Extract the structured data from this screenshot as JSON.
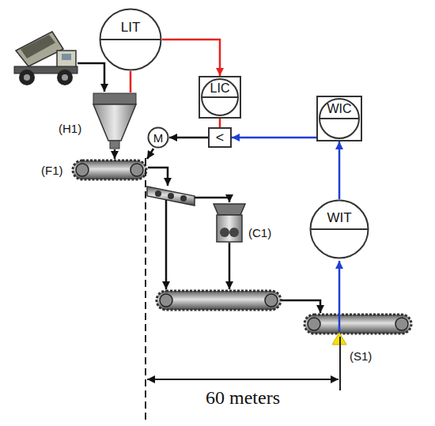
{
  "diagram": {
    "nodes": [
      {
        "text": [
          "LIT"
        ]
      },
      {
        "text": [
          "LIC"
        ]
      },
      {
        "text": [
          "<"
        ]
      },
      {
        "text": [
          "WIC"
        ]
      },
      {
        "text": [
          "M"
        ]
      },
      {
        "text": [
          "WIT"
        ]
      }
    ],
    "edges": [
      {
        "from": 0,
        "to": 1,
        "arrow": "to"
      },
      {
        "from": 1,
        "to": 2,
        "arrow": "none"
      },
      {
        "from": 3,
        "to": 2,
        "arrow": "to"
      },
      {
        "from": 2,
        "to": 4,
        "arrow": "to"
      },
      {
        "from": 5,
        "to": 3,
        "arrow": "to"
      }
    ],
    "labels": [
      "(H1)",
      "(F1)",
      "(C1)",
      "(S1)",
      "60 meters"
    ]
  }
}
